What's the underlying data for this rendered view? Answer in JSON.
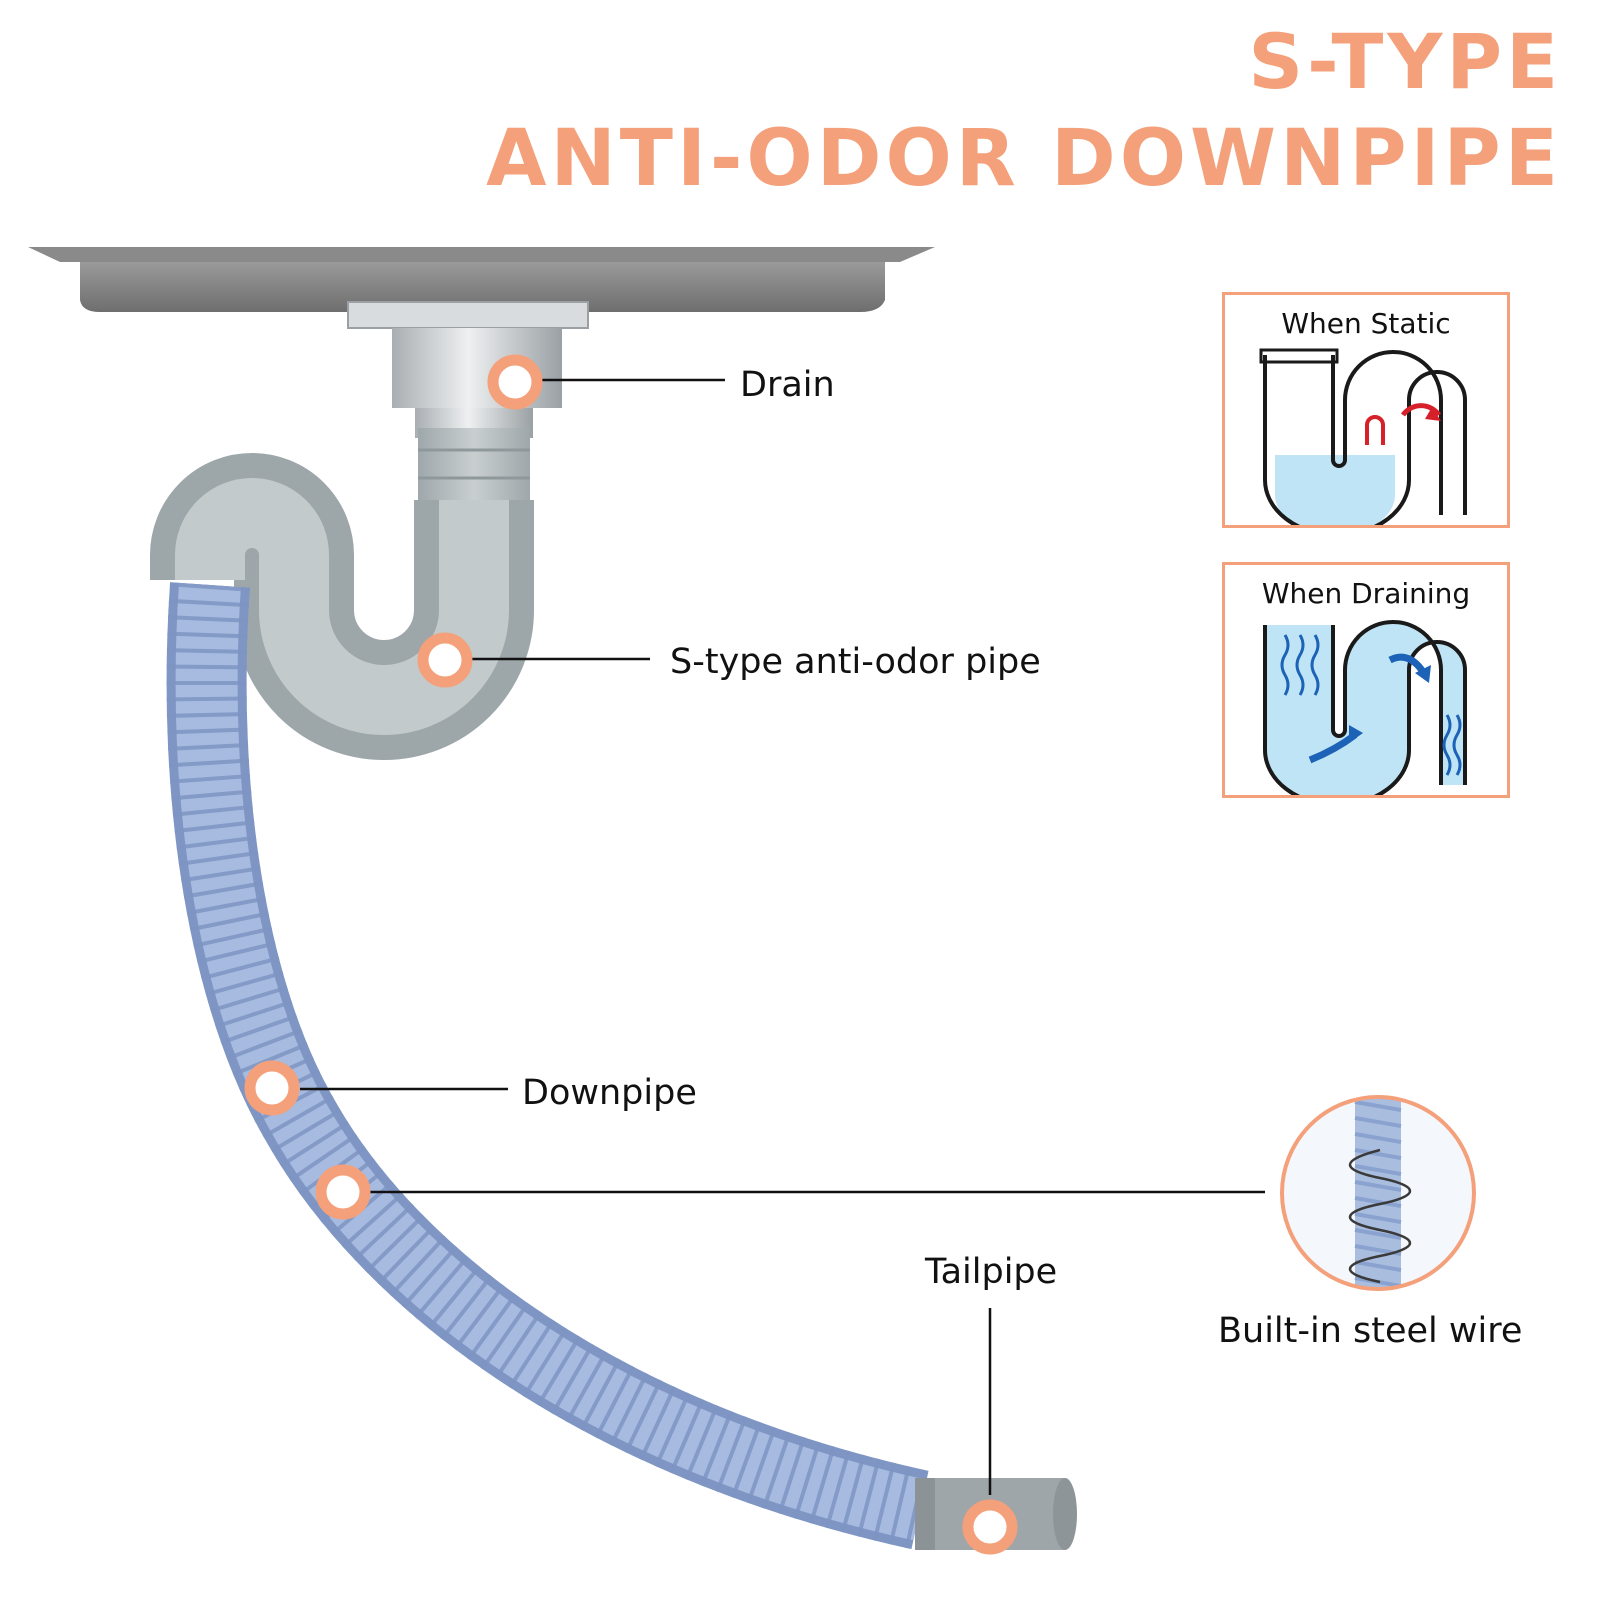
{
  "title": {
    "line1": "S-TYPE",
    "line2": "ANTI-ODOR DOWNPIPE"
  },
  "labels": {
    "drain": "Drain",
    "s_type_pipe": "S-type anti-odor pipe",
    "downpipe": "Downpipe",
    "tailpipe": "Tailpipe",
    "steel_wire": "Built-in steel wire"
  },
  "panels": {
    "static": "When Static",
    "draining": "When Draining"
  },
  "colors": {
    "accent": "#f4a07a",
    "hose": "#9fb3da",
    "hose_dark": "#7f96c4",
    "pipe_grey": "#b4bcbf",
    "water": "#bfe4f5",
    "arrow_red": "#d6202a",
    "arrow_blue": "#1c63b8"
  },
  "icons": {
    "static_state": "water-trap-static-icon",
    "draining_state": "water-trap-draining-icon",
    "steel_wire": "steel-wire-spring-icon"
  }
}
